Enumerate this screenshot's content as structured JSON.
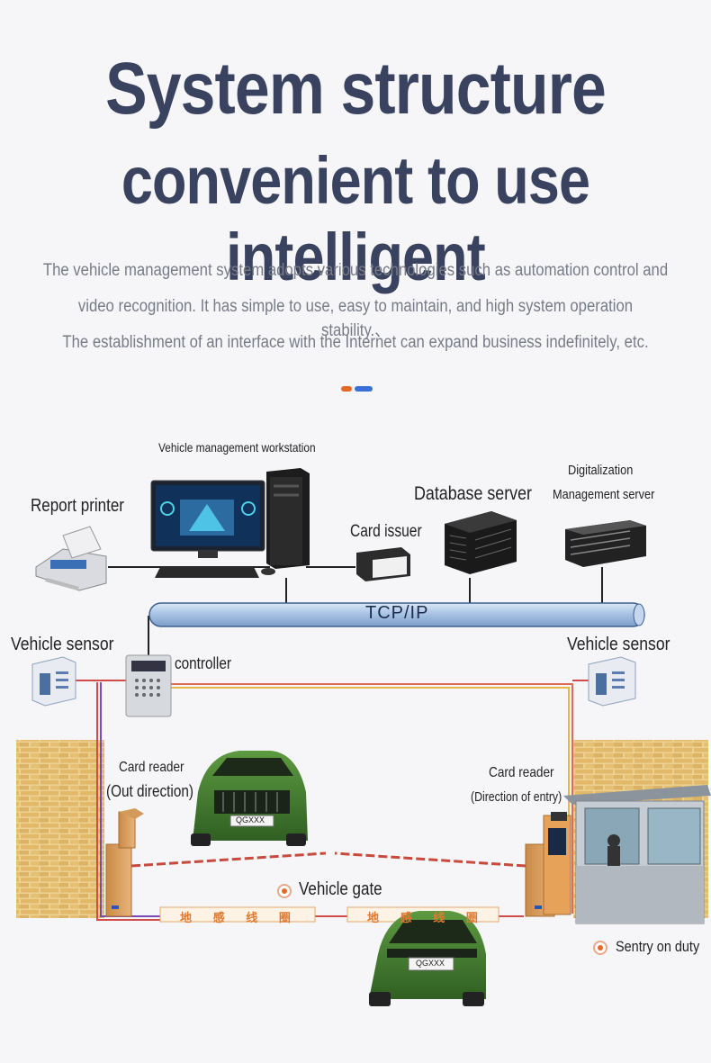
{
  "header": {
    "title_line1": "System structure",
    "title_line2": "convenient to use intelligent",
    "desc_line1": "The vehicle management system adopts various technologies such as automation control and",
    "desc_line2": "video recognition. It has simple to use, easy to maintain, and high system operation stability.、",
    "desc_line3": "The establishment of an interface with the Internet can expand business indefinitely, etc."
  },
  "diagram": {
    "workstation": "Vehicle management workstation",
    "report_printer": "Report printer",
    "database_server": "Database server",
    "digitalization_line1": "Digitalization",
    "digitalization_line2": "Management server",
    "card_issuer": "Card issuer",
    "network": "TCP/IP",
    "vehicle_sensor_left": "Vehicle sensor",
    "vehicle_sensor_right": "Vehicle sensor",
    "controller": "controller",
    "card_reader_out_line1": "Card reader",
    "card_reader_out_line2": "(Out direction)",
    "card_reader_entry_line1": "Card reader",
    "card_reader_entry_line2": "(Direction of entry)",
    "vehicle_gate": "Vehicle gate",
    "sentry": "Sentry on duty",
    "loop_left": "地 感 线 圈",
    "loop_right": "地 感 线 圈",
    "plate_top": "QGXXX",
    "plate_bottom": "QGXXX"
  },
  "colors": {
    "title": "#39425f",
    "accent_orange": "#e46a2c",
    "accent_blue": "#3a6fd8",
    "pipe": "#a9c3e3",
    "brick": "#e5c27a",
    "car": "#3f7a2c"
  }
}
